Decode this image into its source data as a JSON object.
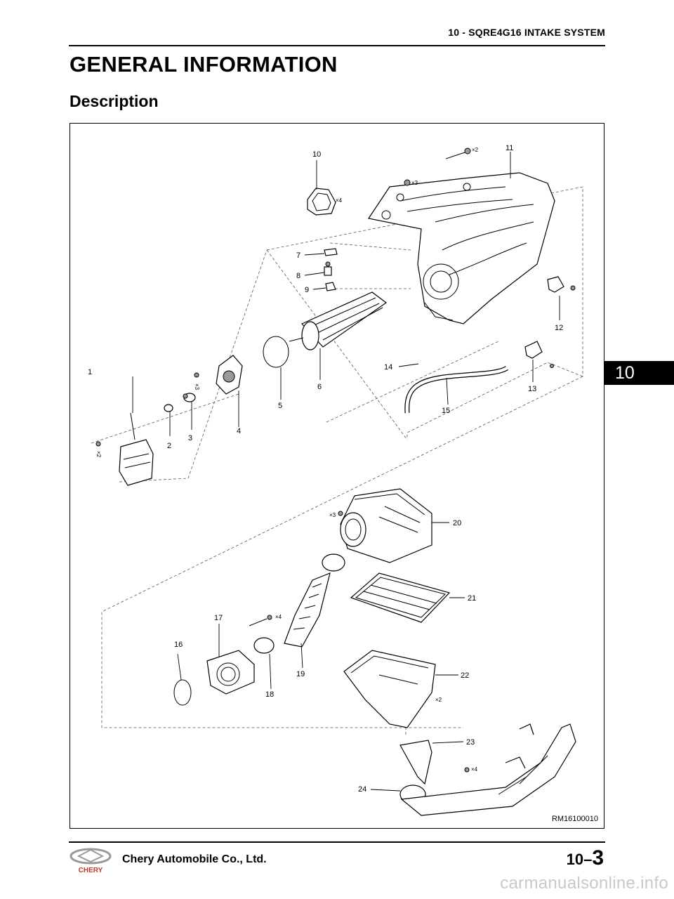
{
  "header": {
    "section_title": "10 - SQRE4G16 INTAKE SYSTEM"
  },
  "heading": "GENERAL INFORMATION",
  "subheading": "Description",
  "figure": {
    "id": "RM16100010",
    "callouts": [
      "1",
      "2",
      "3",
      "4",
      "5",
      "6",
      "7",
      "8",
      "9",
      "10",
      "11",
      "12",
      "13",
      "14",
      "15",
      "16",
      "17",
      "18",
      "19",
      "20",
      "21",
      "22",
      "23",
      "24"
    ],
    "quantities": {
      "x2_top": "×2",
      "x3_manifold": "×3",
      "x4_gasket": "×4",
      "x3_vertical": "×3",
      "x2_vertical": "×2",
      "x3_airbox": "×3",
      "x4_throttle": "×4",
      "x2_lower": "×2",
      "x4_bracket": "×4"
    }
  },
  "side_tab": "10",
  "footer": {
    "company": "Chery Automobile Co., Ltd.",
    "page_prefix": "10–",
    "page_number": "3",
    "logo_text": "CHERY"
  },
  "watermark": "carmanualsonline.info"
}
